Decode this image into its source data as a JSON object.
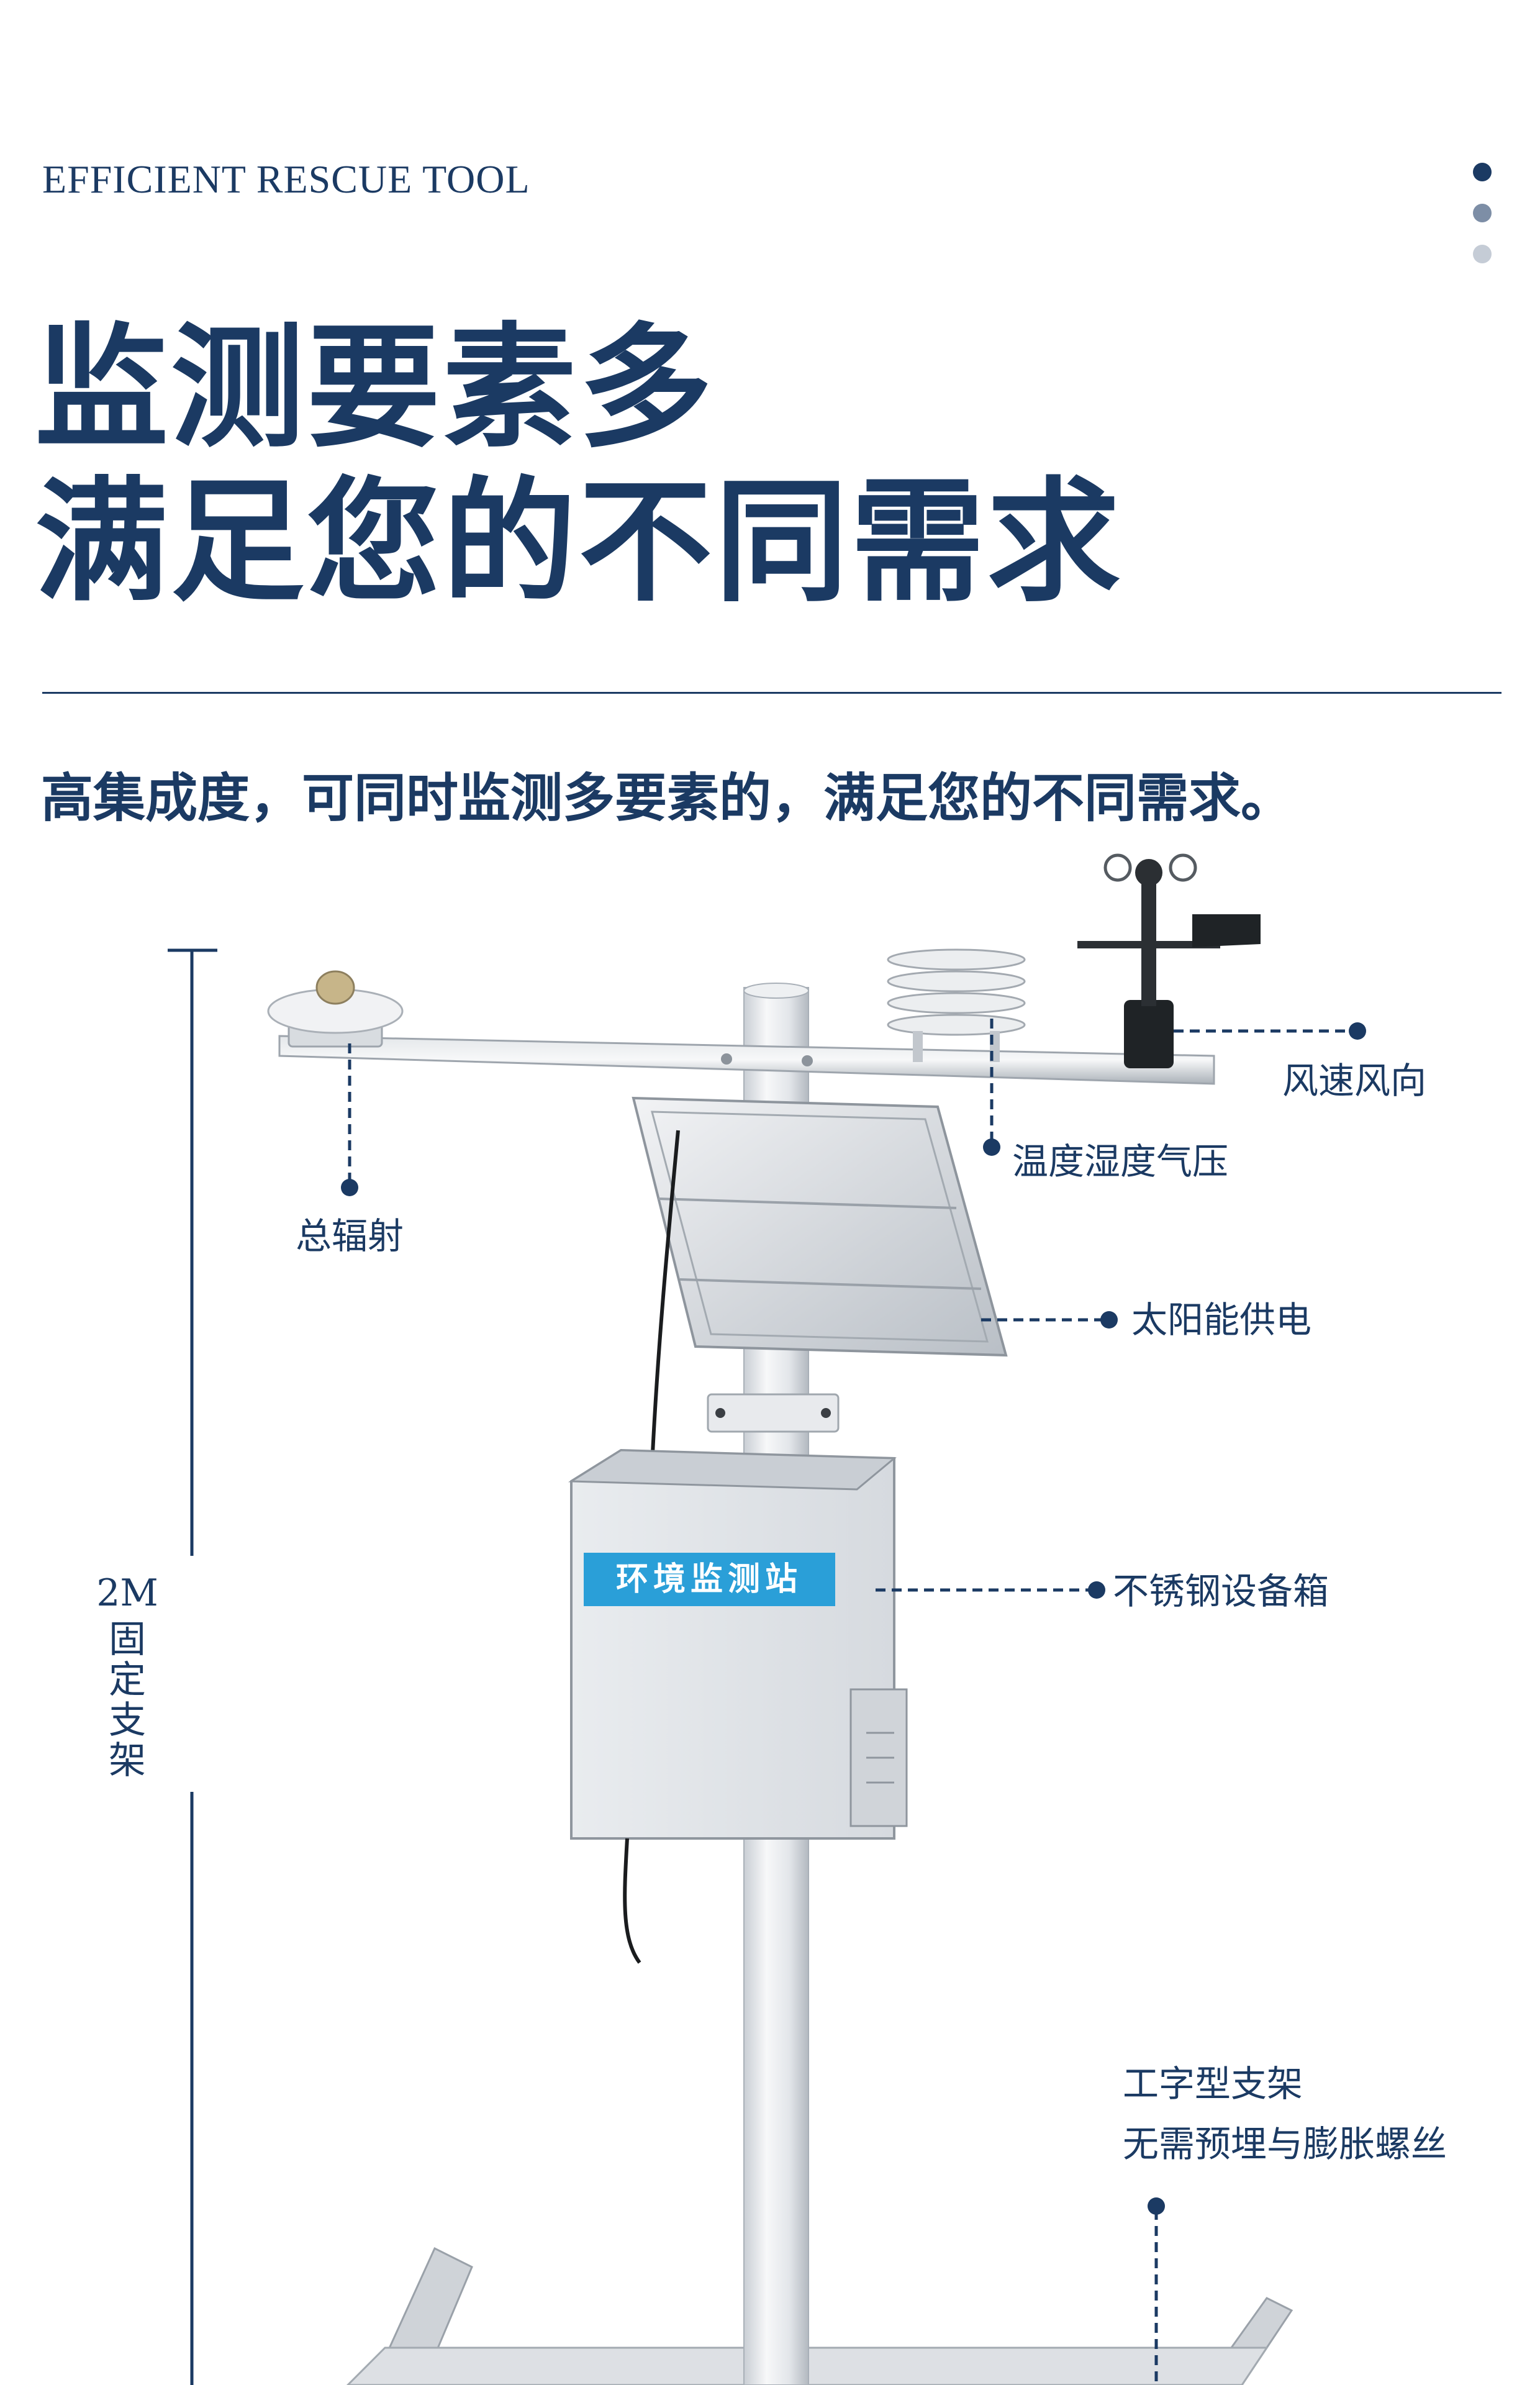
{
  "header": {
    "eyebrow": "EFFICIENT RESCUE TOOL",
    "title_line1": "监测要素多",
    "title_line2": "满足您的不同需求",
    "subtitle": "高集成度，可同时监测多要素的，满足您的不同需求。"
  },
  "diagram": {
    "height_label": "2M",
    "height_caption": [
      "固",
      "定",
      "支",
      "架"
    ],
    "box_sign": "环境监测站",
    "callouts": {
      "radiation": "总辐射",
      "temp_humidity_pressure": "温度湿度气压",
      "wind": "风速风向",
      "solar_power": "太阳能供电",
      "equipment_box": "不锈钢设备箱",
      "stand_line1": "工字型支架",
      "stand_line2": "无需预埋与膨胀螺丝"
    }
  },
  "colors": {
    "navy": "#1b3a63",
    "sign_blue": "#2a9fd8"
  }
}
